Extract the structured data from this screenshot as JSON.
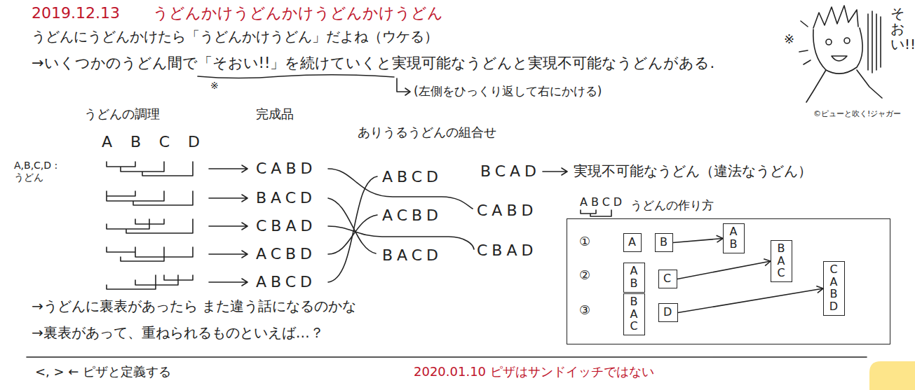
{
  "diagram": {
    "title": "2019.12.13 うどんかけうどんかけうどんかけうどん",
    "nodes": [
      {
        "text": [
          "ABCD",
          "うどんの作り方"
        ]
      },
      {
        "text": [
          "A"
        ],
        "in": 0
      },
      {
        "text": [
          "B"
        ],
        "in": 0
      },
      {
        "text": [
          "A B"
        ],
        "in": 0
      },
      {
        "text": [
          "A B"
        ],
        "in": 0
      },
      {
        "text": [
          "C"
        ],
        "in": 0
      },
      {
        "text": [
          "B A C"
        ],
        "in": 0
      },
      {
        "text": [
          "B A C"
        ],
        "in": 0
      },
      {
        "text": [
          "D"
        ],
        "in": 0
      },
      {
        "text": [
          "C A B D"
        ],
        "in": 0
      }
    ],
    "edges": [
      {
        "from": 2,
        "to": 3,
        "arrow": "to"
      },
      {
        "from": 5,
        "to": 6,
        "arrow": "to"
      },
      {
        "from": 8,
        "to": 9,
        "arrow": "to"
      }
    ],
    "labels": [
      "うどんにうどんかけたら「うどんかけうどん」だよね（ウケる）",
      "→いくつかのうどん間で「そおい!!」を続けていくと実現可能なうどんと実現不可能なうどんがある.",
      "※",
      "(左側をひっくり返して右にかける)",
      "※",
      "そおい!!",
      "©ピューと吹く!ジャガー",
      "うどんの調理",
      "完成品",
      "ありうるうどんの組合せ",
      "A,B,C,D :うどん",
      "ABCD",
      "CABD",
      "BACD",
      "CBAD",
      "ACBD",
      "ABCD",
      "ABCD",
      "ACBD",
      "BACD",
      "CABD",
      "CBAD",
      "BCAD",
      "実現不可能なうどん（違法なうどん）",
      "①",
      "②",
      "③",
      "→うどんに裏表があったら また違う話になるのかな",
      "→裏表があって、重ねられるものといえば…？",
      "<, > ← ピザと定義する",
      "2020.01.10 ピザはサンドイッチではない"
    ]
  }
}
